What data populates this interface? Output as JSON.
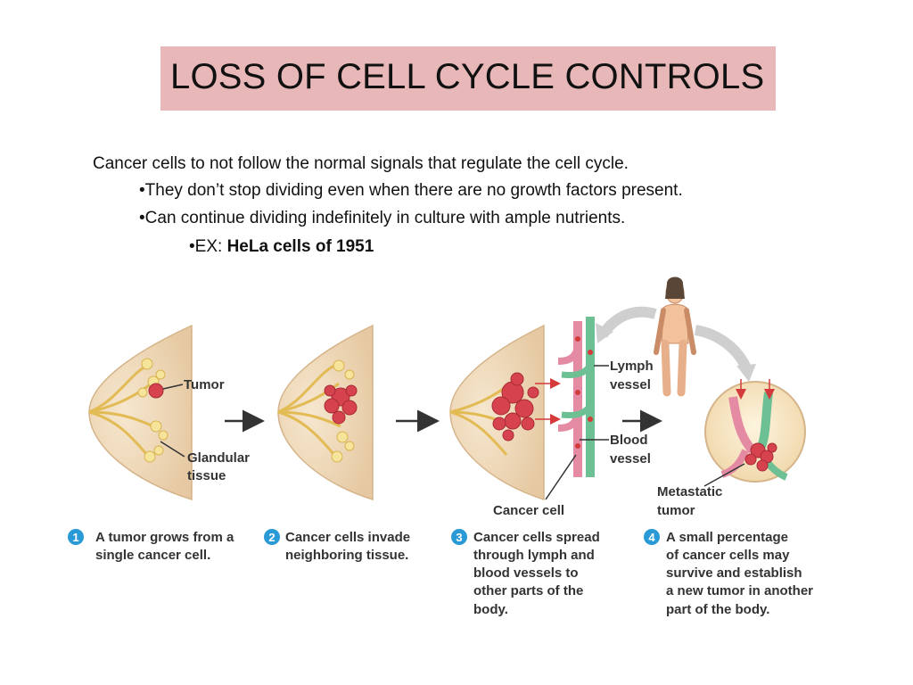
{
  "title": "LOSS OF CELL CYCLE CONTROLS",
  "bullets": {
    "intro": "Cancer cells to not follow the normal signals that regulate the cell cycle.",
    "b1": "•They don’t stop dividing even when there are no growth factors present.",
    "b2": "•Can continue dividing indefinitely in culture with ample nutrients.",
    "ex_prefix": "•EX: ",
    "ex_bold": "HeLa cells of 1951"
  },
  "figure": {
    "labels": {
      "tumor": "Tumor",
      "glandular1": "Glandular",
      "glandular2": "tissue",
      "lymph1": "Lymph",
      "lymph2": "vessel",
      "blood1": "Blood",
      "blood2": "vessel",
      "cancer_cell": "Cancer cell",
      "metastatic1": "Metastatic",
      "metastatic2": "tumor"
    },
    "steps": [
      {
        "num": "1",
        "lines": [
          "A tumor grows from a",
          "single cancer cell."
        ]
      },
      {
        "num": "2",
        "lines": [
          "Cancer cells invade",
          "neighboring tissue."
        ]
      },
      {
        "num": "3",
        "lines": [
          "Cancer cells spread",
          "through lymph and",
          "blood vessels to",
          "other parts of the",
          "body."
        ]
      },
      {
        "num": "4",
        "lines": [
          "A small percentage",
          "of cancer cells may",
          "survive and establish",
          "a new tumor in another",
          "part of the body."
        ]
      }
    ]
  },
  "colors": {
    "title_bg": "#e8b7b8",
    "breast": "#f0dcc0",
    "gland": "#e7c35a",
    "tumor": "#d6434f",
    "lymph": "#e58aa3",
    "blood": "#6dbf94",
    "step_circle": "#2a9ad6"
  }
}
